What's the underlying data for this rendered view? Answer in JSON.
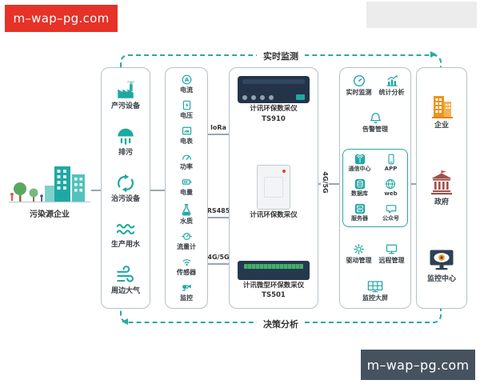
{
  "watermarks": {
    "top": "m–wap–pg.com",
    "bottom": "m–wap–pg.com"
  },
  "flow": {
    "top_label": "实时监测",
    "bottom_label": "决策分析"
  },
  "source": {
    "label": "污染源企业"
  },
  "monitored": {
    "items": [
      {
        "label": "产污设备",
        "icon": "factory-icon"
      },
      {
        "label": "排污",
        "icon": "outfall-icon"
      },
      {
        "label": "治污设备",
        "icon": "recycle-icon"
      },
      {
        "label": "生产用水",
        "icon": "water-icon"
      },
      {
        "label": "周边大气",
        "icon": "air-icon"
      }
    ]
  },
  "sensors": {
    "items": [
      {
        "label": "电流",
        "icon": "ammeter-icon"
      },
      {
        "label": "电压",
        "icon": "voltage-icon"
      },
      {
        "label": "电表",
        "icon": "electric-meter-icon"
      },
      {
        "label": "功率",
        "icon": "power-gauge-icon"
      },
      {
        "label": "电量",
        "icon": "battery-icon"
      },
      {
        "label": "水质",
        "icon": "flask-icon"
      },
      {
        "label": "流量计",
        "icon": "flowmeter-icon"
      },
      {
        "label": "传感器",
        "icon": "sensor-icon"
      },
      {
        "label": "监控",
        "icon": "camera-icon"
      }
    ]
  },
  "links": {
    "lora": "loRa",
    "rs485": "RS485",
    "cellular_left": "4G/5G",
    "cellular_right": "4G/5G"
  },
  "devices": {
    "items": [
      {
        "name": "计讯环保数采仪",
        "model": "TS910"
      },
      {
        "name": "计讯环保数采仪"
      },
      {
        "name": "计讯微型环保数采仪",
        "model": "TS501"
      }
    ]
  },
  "platform": {
    "top_row": [
      {
        "label": "实时监测",
        "icon": "gauge-icon"
      },
      {
        "label": "统计分析",
        "icon": "chart-icon"
      }
    ],
    "alarm": {
      "label": "告警管理",
      "icon": "bell-icon"
    },
    "core": {
      "rows": [
        {
          "left": {
            "label": "通信中心",
            "icon": "comm-icon"
          },
          "right": {
            "label": "APP",
            "icon": "phone-icon"
          }
        },
        {
          "left": {
            "label": "数据库",
            "icon": "database-icon"
          },
          "right": {
            "label": "web",
            "icon": "globe-icon"
          }
        },
        {
          "left": {
            "label": "服务器",
            "icon": "server-icon"
          },
          "right": {
            "label": "公众号",
            "icon": "chat-icon"
          }
        }
      ]
    },
    "bottom_row": [
      {
        "label": "驱动管理",
        "icon": "gear-icon"
      },
      {
        "label": "远程管理",
        "icon": "remote-monitor-icon"
      }
    ],
    "big_screen": {
      "label": "监控大屏",
      "icon": "grid-screen-icon"
    }
  },
  "consumers": {
    "items": [
      {
        "label": "企业",
        "icon": "enterprise-building-icon"
      },
      {
        "label": "政府",
        "icon": "government-building-icon"
      },
      {
        "label": "监控中心",
        "icon": "monitor-center-icon"
      }
    ]
  },
  "colors": {
    "accent_teal": "#1fa8a3",
    "banner_red": "#e63227",
    "banner_slate": "#46535f",
    "orange": "#ef9420"
  }
}
